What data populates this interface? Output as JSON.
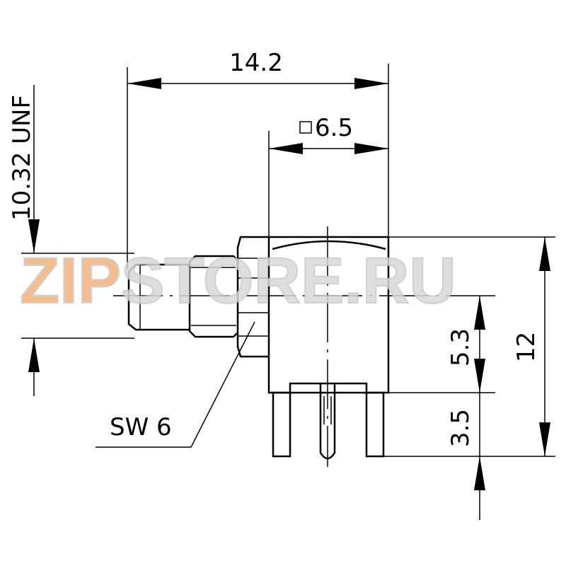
{
  "dimensions": {
    "overall_length": "14.2",
    "square_width_symbol": "□",
    "square_width": "6.5",
    "thread": "10.32 UNF",
    "center_height": "5.3",
    "pin_length": "3.5",
    "total_height": "12",
    "wrench_size": "SW 6"
  },
  "watermark": {
    "part1": "ZIP",
    "part2": "STORE.RU"
  },
  "colors": {
    "watermark_orange": "#f3b27a",
    "watermark_grey": "#d9d9d9"
  }
}
